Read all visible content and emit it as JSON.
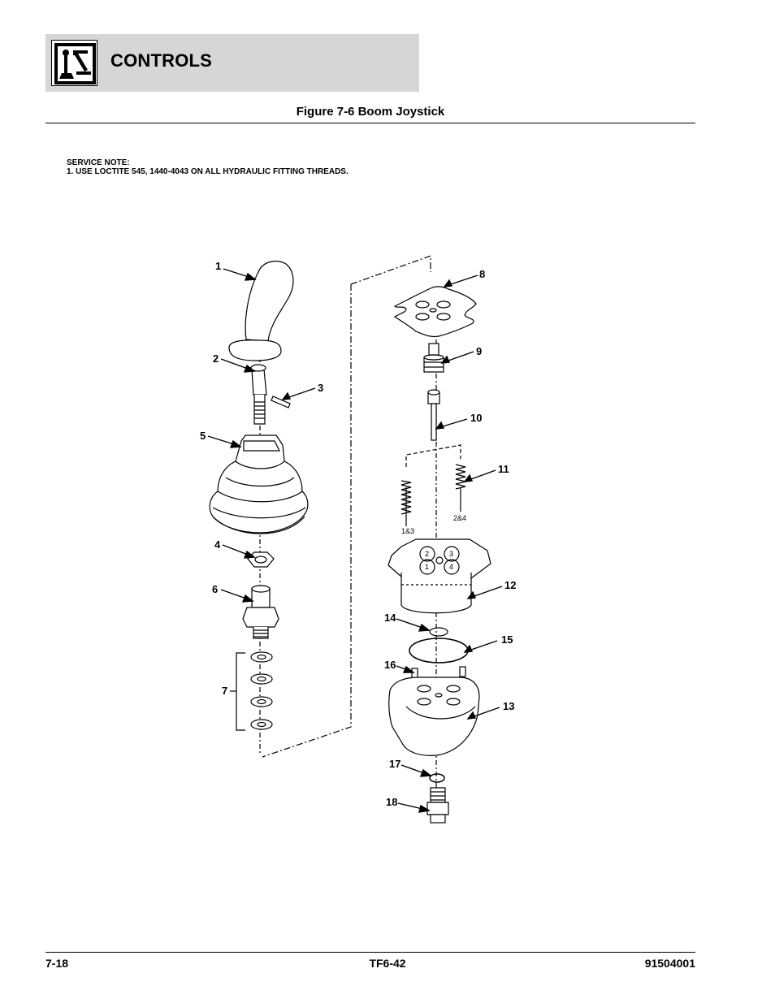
{
  "header": {
    "section_title": "CONTROLS",
    "logo_icon": "joystick-logo-icon"
  },
  "figure": {
    "title": "Figure 7-6 Boom Joystick"
  },
  "service_note": {
    "heading": "SERVICE NOTE:",
    "line1": "1. USE LOCTITE 545, 1440-4043 ON ALL HYDRAULIC FITTING THREADS."
  },
  "callouts": [
    "1",
    "2",
    "3",
    "5",
    "4",
    "6",
    "7",
    "8",
    "9",
    "10",
    "11",
    "12",
    "14",
    "15",
    "16",
    "13",
    "17",
    "18"
  ],
  "spring_labels": [
    "1&3",
    "2&4"
  ],
  "port_numbers": [
    "2",
    "3",
    "1",
    "4"
  ],
  "footer": {
    "left": "7-18",
    "center": "TF6-42",
    "right": "91504001"
  }
}
